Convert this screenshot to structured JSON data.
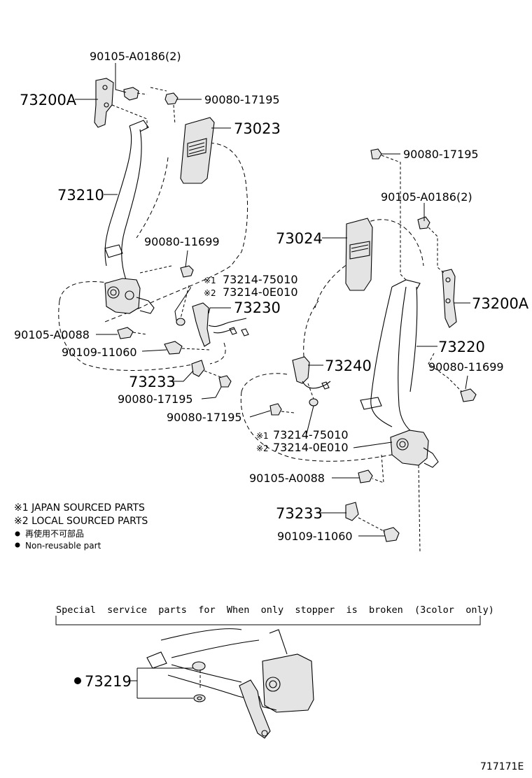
{
  "labels": {
    "p1": "90105-A0186(2)",
    "p2": "73200A",
    "p3": "90080-17195",
    "p4": "73023",
    "p5": "73210",
    "p6": "90080-11699",
    "p7": "73214-75010",
    "p8": "73214-0E010",
    "p9": "73230",
    "p10": "90105-A0088",
    "p11": "90109-11060",
    "p12": "73233",
    "p13": "90080-17195",
    "p14": "90080-17195",
    "p15": "90105-A0186(2)",
    "p16": "73024",
    "p17": "73200A",
    "p18": "73220",
    "p19": "90080-11699",
    "p20": "73240",
    "p21": "90080-17195",
    "p22": "73214-75010",
    "p23": "73214-0E010",
    "p24": "90105-A0088",
    "p25": "73233",
    "p26": "90109-11060",
    "p27": "73219"
  },
  "marks": {
    "m1": "※1",
    "m2": "※2",
    "m3": "※1",
    "m4": "※2"
  },
  "legend": {
    "line1": "※1 JAPAN SOURCED PARTS",
    "line2": "※2 LOCAL SOURCED PARTS",
    "line3": "再使用不可部品",
    "line4": "Non-reusable part"
  },
  "special": {
    "title": "Special  service  parts  for  When  only  stopper  is  broken  (3color  only)"
  },
  "figure_code": "717171E"
}
